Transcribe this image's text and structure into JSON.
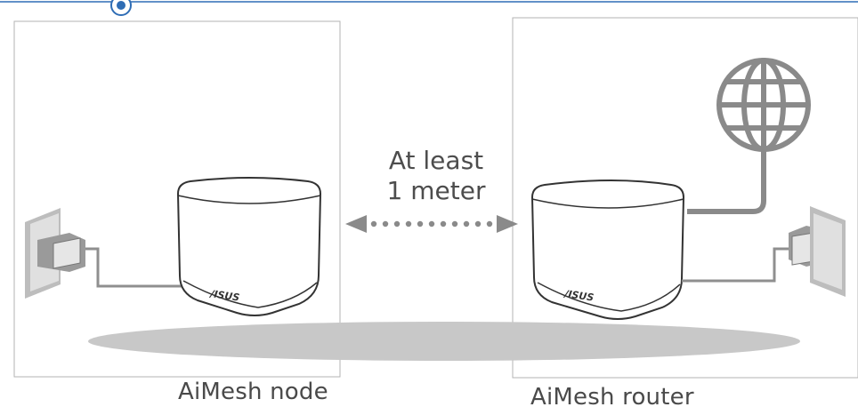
{
  "distance_label": {
    "line1": "At least",
    "line2": "1 meter"
  },
  "node": {
    "caption": "AiMesh node",
    "brand": "/ISUS"
  },
  "router": {
    "caption": "AiMesh router",
    "brand": "/ISUS"
  },
  "colors": {
    "accent": "#2f6db5",
    "frame": "#b3b3b3",
    "floor": "#c8c8c8",
    "icon_gray": "#8a8a8a",
    "cable": "#8f8f8f",
    "outline": "#333333"
  }
}
